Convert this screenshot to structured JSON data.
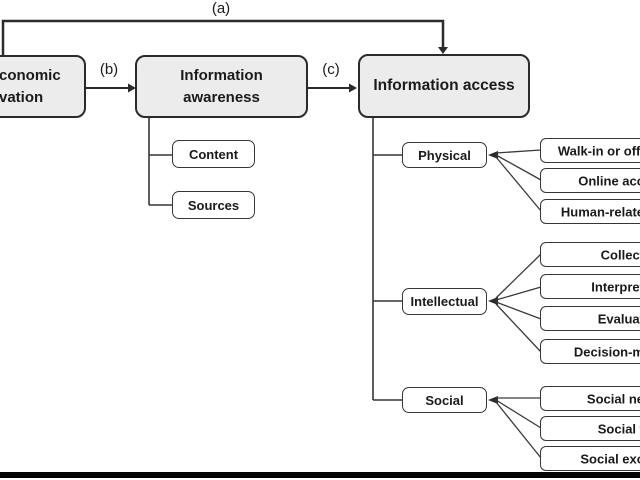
{
  "diagram": {
    "connector_labels": {
      "a": "(a)",
      "b": "(b)",
      "c": "(c)"
    },
    "left_box": {
      "line1": "conomic",
      "line2": "vation",
      "note": "truncated at left edge of screenshot"
    },
    "awareness_box": {
      "line1": "Information",
      "line2": "awareness"
    },
    "access_box": {
      "label": "Information access"
    },
    "awareness_children": [
      {
        "label": "Content"
      },
      {
        "label": "Sources"
      }
    ],
    "access_children": [
      {
        "label": "Physical",
        "leaves": [
          "Walk-in or offl",
          "Online acc",
          "Human-relate"
        ]
      },
      {
        "label": "Intellectual",
        "leaves": [
          "Collect",
          "Interpret",
          "Evaluat",
          "Decision-m"
        ]
      },
      {
        "label": "Social",
        "leaves": [
          "Social ne",
          "Social t",
          "Social exc"
        ]
      }
    ],
    "colors": {
      "big_box_fill": "#ececec",
      "box_border": "#2b2b2b",
      "line": "#333333",
      "text": "#1a1a1a",
      "bottom_bar": "#000000",
      "background": "#ffffff"
    }
  }
}
